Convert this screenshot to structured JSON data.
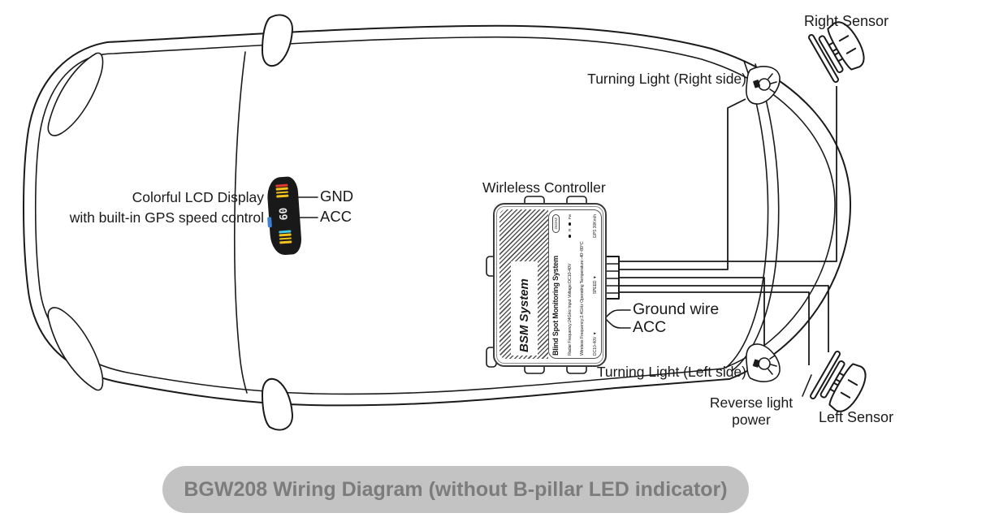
{
  "title": {
    "text": "BGW208 Wiring Diagram (without B-pillar LED indicator)"
  },
  "labels": {
    "right_sensor": "Right Sensor",
    "turning_light_right": "Turning Light (Right side)",
    "turning_light_left": "Turning Light (Left side)",
    "left_sensor": "Left Sensor",
    "reverse_light_power": "Reverse light power",
    "wireless_controller": "Wirleless Controller",
    "display_caption_line1": "Colorful LCD Display",
    "display_caption_line2": "with built-in GPS speed control",
    "display_gnd": "GND",
    "display_acc": "ACC",
    "ground_wire": "Ground wire",
    "acc": "ACC"
  },
  "display": {
    "speed": "60"
  },
  "controller": {
    "side_text": "BSM System",
    "title": "Blind Spot Monitoring System",
    "badge": "24GHZ",
    "spec1": "Radar Frequency:24GHz    Input Voltage:DC10-40V",
    "spec2": "Wireless Frequency:2.4GHz   Operating Temperature:-40~80°C",
    "led1": "R",
    "led2": "Pw",
    "speed_label": "SPEED ▼",
    "gps_label": "GPS  30Km/h",
    "dc_label": "DC10-40V ▼"
  },
  "colors": {
    "line": "#1a1a1a",
    "title_bg": "#c3c3c3",
    "title_text": "#7c7c7c",
    "bar_yellow": "#f2c11e",
    "bar_red": "#e03a2e",
    "bar_cyan": "#44c7e3",
    "button_blue": "#3f7fd4",
    "display_bg": "#191919"
  }
}
